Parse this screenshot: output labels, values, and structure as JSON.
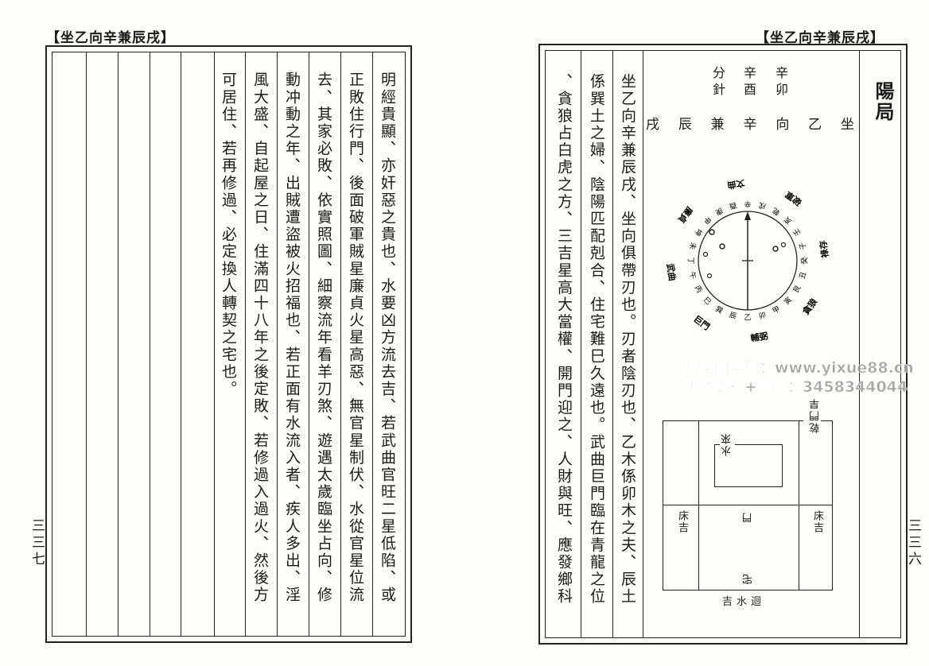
{
  "left_page": {
    "header": "【坐乙向辛兼辰戌】",
    "page_number": "三三七",
    "columns": [
      "明經貴顯、亦奸惡之貴也、水要凶方流去吉、若武曲官旺二星低陷、或",
      "正敗住行門、後面破軍賊星廉貞火星高惡、無官星制伏、水從官星位流",
      "去、其家必敗、依實照圖、細察流年看羊刃煞、遊遇太歲臨坐占向、修",
      "動冲動之年、出賊遭盜被火招福也、若正面有水流入者、疾人多出、淫",
      "風大盛、自起屋之日、住滿四十八年之後定敗、若修過入過火、然後方",
      "可居住、若再修過、必定換人轉契之宅也。"
    ]
  },
  "right_page": {
    "header": "【坐乙向辛兼辰戌】",
    "page_number": "三三六",
    "section_title": "陽局",
    "needle": {
      "row1": [
        "辛",
        "辛",
        "分"
      ],
      "row2": [
        "卯",
        "酉",
        "針"
      ]
    },
    "orientation": "坐乙向辛兼辰戌",
    "columns": [
      "坐乙向辛兼辰戌、坐向俱帶刃也。刃者陰刃也、乙木係卯木之夫、辰土",
      "係巽土之婦、陰陽匹配剋合、住宅難巳久遠也。武曲巨門臨在青龍之位",
      "、貪狼占白虎之方、三吉星高大當權、開門迎之、人財與旺、應發鄉科"
    ],
    "compass": {
      "ring_labels": [
        "辛",
        "酉",
        "庚",
        "申",
        "坤",
        "未",
        "丁",
        "午",
        "丙",
        "巳",
        "巽",
        "辰",
        "乙",
        "卯",
        "甲",
        "寅",
        "艮",
        "丑",
        "癸",
        "子",
        "壬",
        "亥",
        "乾",
        "戌"
      ],
      "star_labels": [
        "文曲",
        "廉貞",
        "武曲",
        "巨門",
        "輔弼",
        "貪狼",
        "祿存",
        "破軍"
      ]
    },
    "plan": {
      "top_right_label": "乾門旱",
      "water_label": "水來",
      "door_label": "門",
      "bed_left": "床吉",
      "bed_right": "床吉",
      "house_label": "宅",
      "bottom_label": "迴水吉"
    }
  },
  "watermark": {
    "line1": "易学国学网：www.yixue88.cn",
    "line2": "更多资料+微信：3458344044"
  }
}
